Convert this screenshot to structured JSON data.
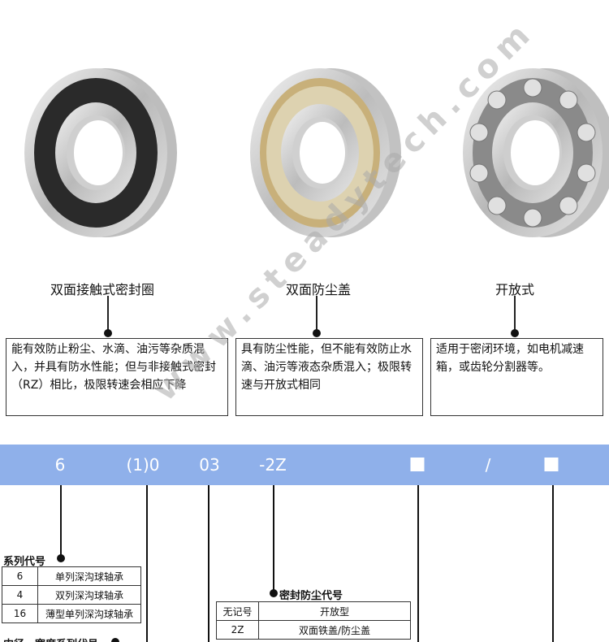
{
  "bearings": [
    {
      "caption": "双面接触式密封圈",
      "description": "能有效防止粉尘、水滴、油污等杂质混入，并具有防水性能；但与非接触式密封（RZ）相比，极限转速会相应下降"
    },
    {
      "caption": "双面防尘盖",
      "description": "具有防尘性能，但不能有效防止水滴、油污等液态杂质混入；极限转速与开放式相同"
    },
    {
      "caption": "开放式",
      "description": "适用于密闭环境，如电机减速箱，或齿轮分割器等。"
    }
  ],
  "code_band": {
    "tokens": [
      "6",
      "(1)0",
      "03",
      "-2Z",
      "/"
    ]
  },
  "series_code": {
    "title": "系列代号",
    "rows": [
      [
        "6",
        "单列深沟球轴承"
      ],
      [
        "4",
        "双列深沟球轴承"
      ],
      [
        "16",
        "薄型单列深沟球轴承"
      ]
    ]
  },
  "seal_code": {
    "title": "密封防尘代号",
    "rows": [
      [
        "无记号",
        "开放型"
      ],
      [
        "2Z",
        "双面铁盖/防尘盖"
      ]
    ]
  },
  "bottom_partial_title": "内径、宽度系列代号",
  "watermark": "www.steadytech.com",
  "colors": {
    "band": "#8fb0ea",
    "shield_gold": "#c8b07a",
    "seal_black": "#2a2a2a"
  }
}
